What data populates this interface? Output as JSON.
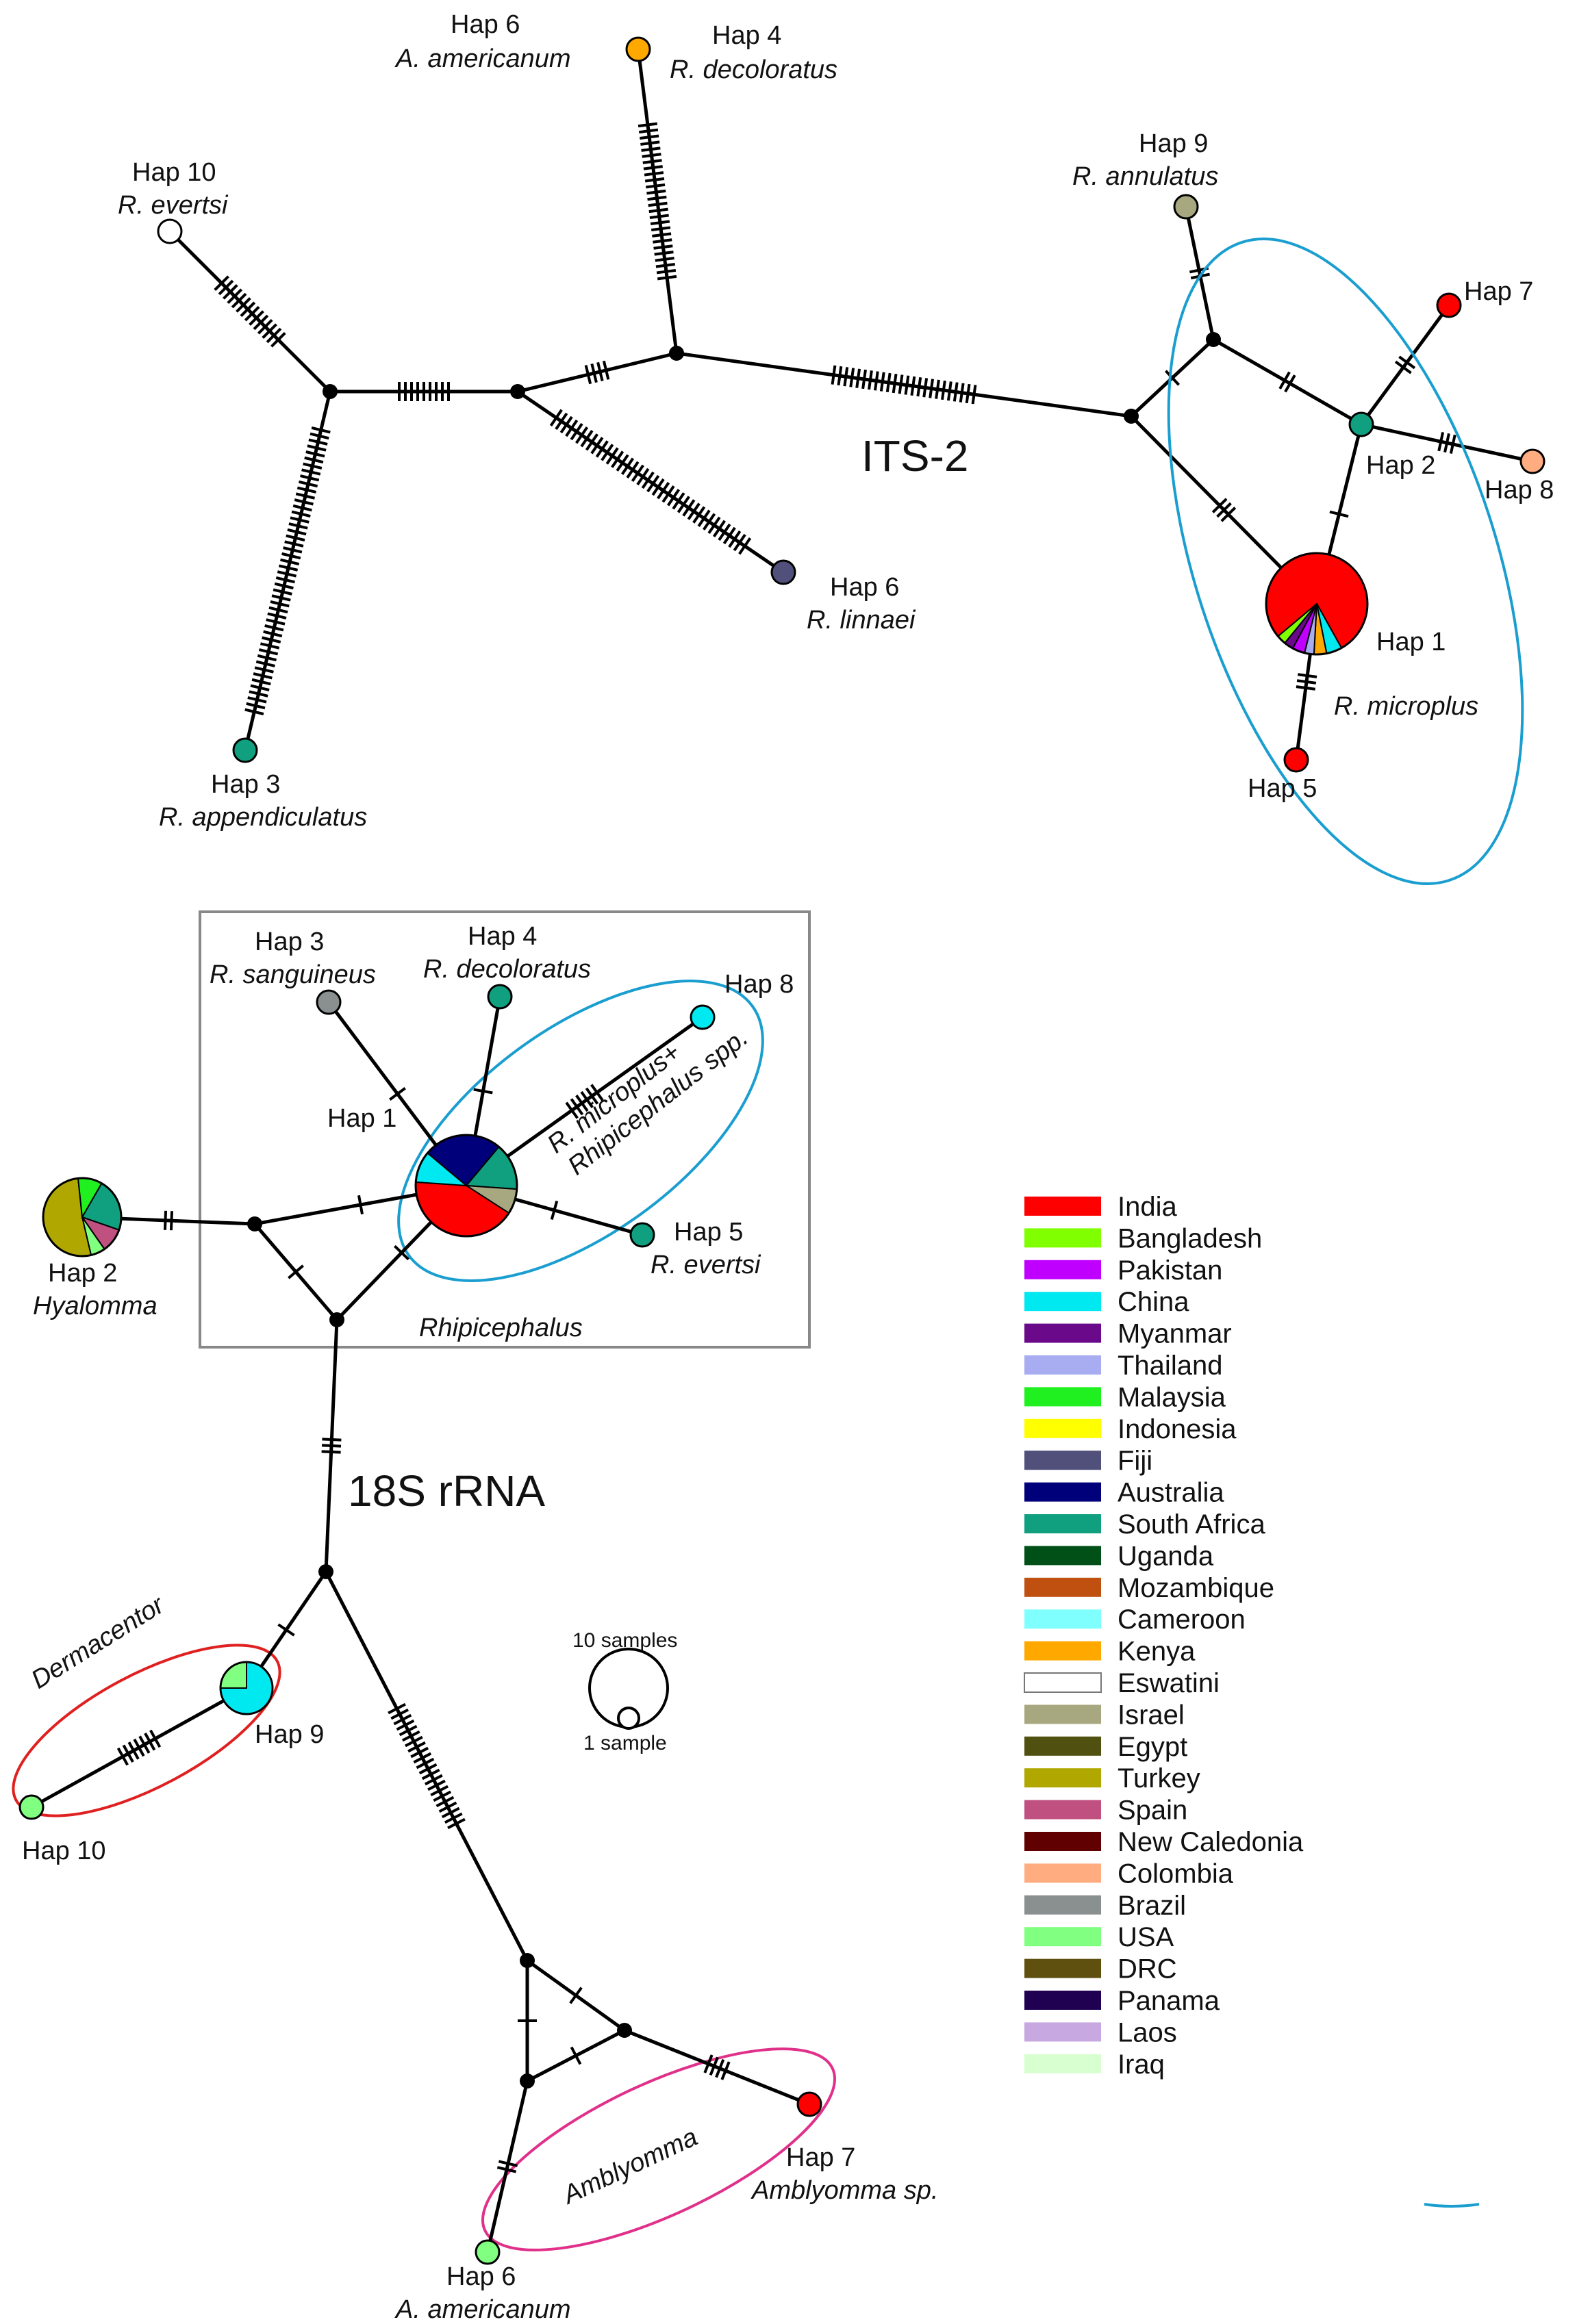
{
  "colors": {
    "India": "#ff0000",
    "Bangladesh": "#80ff00",
    "Pakistan": "#c000ff",
    "China": "#00e8f0",
    "Myanmar": "#6a0a8a",
    "Thailand": "#a8acf0",
    "Malaysia": "#20f020",
    "Indonesia": "#ffff00",
    "Fiji": "#50507a",
    "Australia": "#00007a",
    "South Africa": "#10a080",
    "Uganda": "#005018",
    "Mozambique": "#c05010",
    "Cameroon": "#80ffff",
    "Kenya": "#ffa800",
    "Eswatini": "#ffffff",
    "Israel": "#a8a880",
    "Egypt": "#505010",
    "Turkey": "#b0a800",
    "Spain": "#c05080",
    "New Caledonia": "#600000",
    "Colombia": "#ffac80",
    "Brazil": "#8a9090",
    "USA": "#80ff80",
    "DRC": "#605010",
    "Panama": "#200050",
    "Laos": "#c8a8e0",
    "Iraq": "#d8ffd0"
  },
  "legend": [
    "India",
    "Bangladesh",
    "Pakistan",
    "China",
    "Myanmar",
    "Thailand",
    "Malaysia",
    "Indonesia",
    "Fiji",
    "Australia",
    "South Africa",
    "Uganda",
    "Mozambique",
    "Cameroon",
    "Kenya",
    "Eswatini",
    "Israel",
    "Egypt",
    "Turkey",
    "Spain",
    "New Caledonia",
    "Colombia",
    "Brazil",
    "USA",
    "DRC",
    "Panama",
    "Laos",
    "Iraq"
  ],
  "its2": {
    "title": "ITS-2",
    "cluster_label": "R. microplus",
    "haplotypes": [
      {
        "id": "hap1",
        "hap": "Hap 1",
        "species": ""
      },
      {
        "id": "hap2",
        "hap": "Hap 2",
        "species": "",
        "country": "South Africa"
      },
      {
        "id": "hap3",
        "hap": "Hap 3",
        "species": "R. appendiculatus",
        "country": "South Africa"
      },
      {
        "id": "hap4",
        "hap": "Hap 4",
        "species": "R. decoloratus",
        "country": "Kenya"
      },
      {
        "id": "hap5",
        "hap": "Hap 5",
        "species": "",
        "country": "India"
      },
      {
        "id": "hap6a",
        "hap": "Hap 6",
        "species": "A. americanum"
      },
      {
        "id": "hap6b",
        "hap": "Hap 6",
        "species": "R. linnaei",
        "country": "Fiji"
      },
      {
        "id": "hap7",
        "hap": "Hap 7",
        "species": "",
        "country": "India"
      },
      {
        "id": "hap8",
        "hap": "Hap 8",
        "species": "",
        "country": "Colombia"
      },
      {
        "id": "hap9",
        "hap": "Hap 9",
        "species": "R. annulatus",
        "country": "Israel"
      },
      {
        "id": "hap10",
        "hap": "Hap 10",
        "species": "R. evertsi",
        "country": "Eswatini"
      }
    ],
    "hap1_composition": [
      {
        "country": "India",
        "fraction": 0.78
      },
      {
        "country": "China",
        "fraction": 0.05
      },
      {
        "country": "Kenya",
        "fraction": 0.04
      },
      {
        "country": "Thailand",
        "fraction": 0.03
      },
      {
        "country": "Pakistan",
        "fraction": 0.04
      },
      {
        "country": "Myanmar",
        "fraction": 0.03
      },
      {
        "country": "Bangladesh",
        "fraction": 0.03
      }
    ]
  },
  "rrna18s": {
    "title": "18S rRNA",
    "box_label": "Rhipicephalus",
    "cluster_label_line1": "R. microplus+",
    "cluster_label_line2": "Rhipicephalus spp.",
    "dermacentor_label": "Dermacentor",
    "amblyomma_label": "Amblyomma",
    "haplotypes": [
      {
        "id": "h1",
        "hap": "Hap 1",
        "species": ""
      },
      {
        "id": "h2",
        "hap": "Hap 2",
        "species": "Hyalomma"
      },
      {
        "id": "h3",
        "hap": "Hap 3",
        "species": "R. sanguineus",
        "country": "Brazil"
      },
      {
        "id": "h4",
        "hap": "Hap 4",
        "species": "R. decoloratus",
        "country": "South Africa"
      },
      {
        "id": "h5",
        "hap": "Hap 5",
        "species": "R. evertsi",
        "country": "South Africa"
      },
      {
        "id": "h6",
        "hap": "Hap 6",
        "species": "A. americanum",
        "country": "USA"
      },
      {
        "id": "h7",
        "hap": "Hap 7",
        "species": "Amblyomma sp.",
        "country": "India"
      },
      {
        "id": "h8",
        "hap": "Hap 8",
        "species": "",
        "country": "China"
      },
      {
        "id": "h9",
        "hap": "Hap 9",
        "species": ""
      },
      {
        "id": "h10",
        "hap": "Hap 10",
        "species": "",
        "country": "USA"
      }
    ],
    "h1_composition": [
      {
        "country": "Australia",
        "fraction": 0.25
      },
      {
        "country": "South Africa",
        "fraction": 0.15
      },
      {
        "country": "Israel",
        "fraction": 0.08
      },
      {
        "country": "India",
        "fraction": 0.42
      },
      {
        "country": "China",
        "fraction": 0.1
      }
    ],
    "h2_composition": [
      {
        "country": "South Africa",
        "fraction": 0.22
      },
      {
        "country": "Spain",
        "fraction": 0.1
      },
      {
        "country": "USA",
        "fraction": 0.06
      },
      {
        "country": "Turkey",
        "fraction": 0.52
      },
      {
        "country": "Malaysia",
        "fraction": 0.1
      }
    ],
    "h9_composition": [
      {
        "country": "China",
        "fraction": 0.75
      },
      {
        "country": "USA",
        "fraction": 0.25
      }
    ]
  },
  "size_legend": {
    "large": "10 samples",
    "small": "1 sample"
  }
}
